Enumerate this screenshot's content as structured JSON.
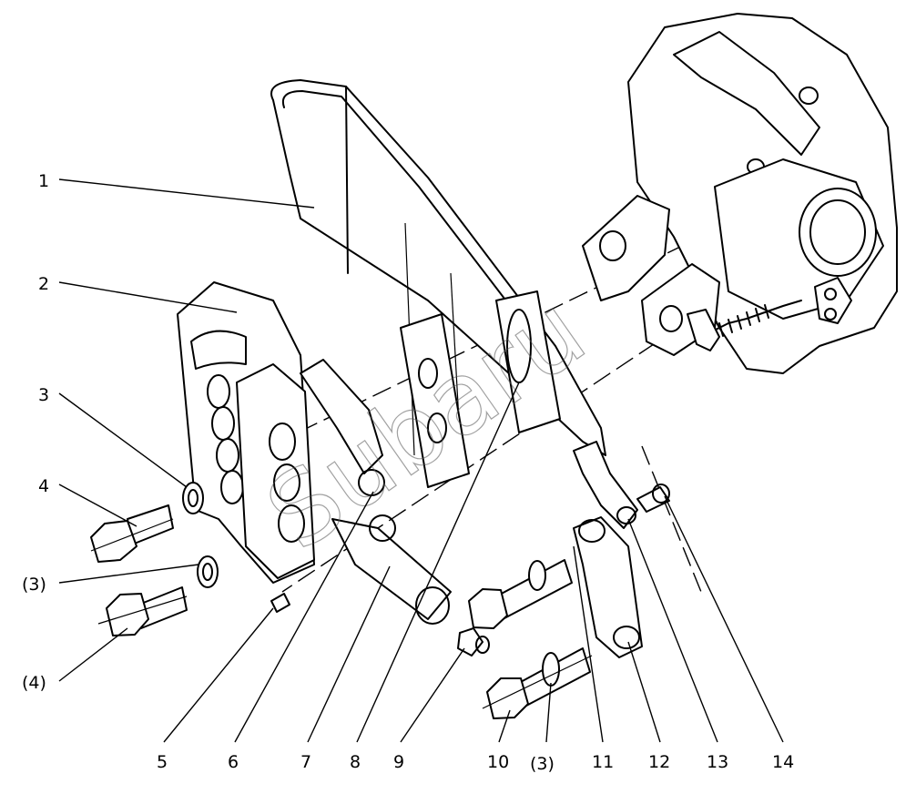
{
  "diagram": {
    "callouts": [
      {
        "label": "1"
      },
      {
        "label": "2"
      },
      {
        "label": "3"
      },
      {
        "label": "4"
      },
      {
        "label": "(3)"
      },
      {
        "label": "(4)"
      },
      {
        "label": "5"
      },
      {
        "label": "6"
      },
      {
        "label": "7"
      },
      {
        "label": "8"
      },
      {
        "label": "9"
      },
      {
        "label": "10"
      },
      {
        "label": "(3)"
      },
      {
        "label": "11"
      },
      {
        "label": "12"
      },
      {
        "label": "13"
      },
      {
        "label": "14"
      }
    ],
    "watermark": "Subaru"
  }
}
